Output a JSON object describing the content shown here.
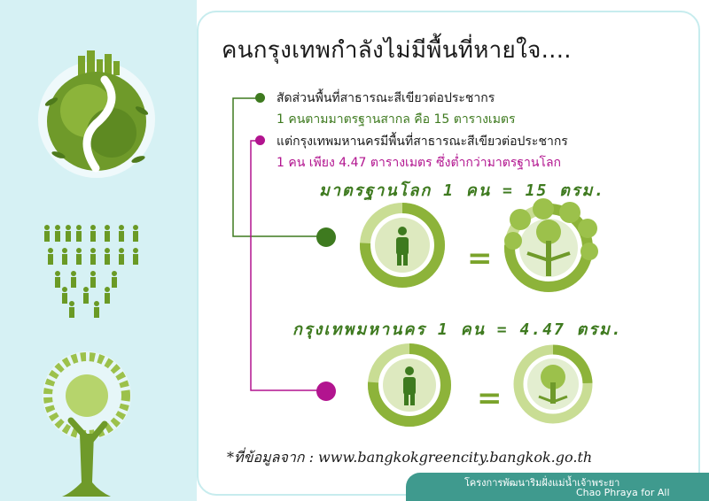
{
  "title": "คนกรุงเทพกำลังไม่มีพื้นที่หายใจ....",
  "bullet1": {
    "line1": "สัดส่วนพื้นที่สาธารณะสีเขียวต่อประชากร",
    "line2": "1 คนตามมาตรฐานสากล คือ 15 ตารางเมตร"
  },
  "bullet2": {
    "line1": "แต่กรุงเทพมหานครมีพื้นที่สาธารณะสีเขียวต่อประชากร",
    "line2": "1 คน เพียง 4.47 ตารางเมตร ซึ่งต่ำกว่ามาตรฐานโลก"
  },
  "world_standard": {
    "label": "มาตรฐานโลก 1 คน = 15 ตรม.",
    "equals": "="
  },
  "bangkok": {
    "label": "กรุงเทพมหานคร 1 คน = 4.47 ตรม.",
    "equals": "="
  },
  "source": "*ที่ข้อมูลจาก : www.bangkokgreencity.bangkok.go.th",
  "footer": {
    "line1": "โครงการพัฒนาริมฝั่งแม่น้ำเจ้าพระยา",
    "line2": "Chao Phraya for All"
  },
  "colors": {
    "dark_green": "#3e7a1f",
    "lime": "#8db33a",
    "light_green": "#c9dd94",
    "magenta": "#b2148f",
    "teal": "#3f9a8e",
    "left_bg": "#d6f1f4"
  }
}
